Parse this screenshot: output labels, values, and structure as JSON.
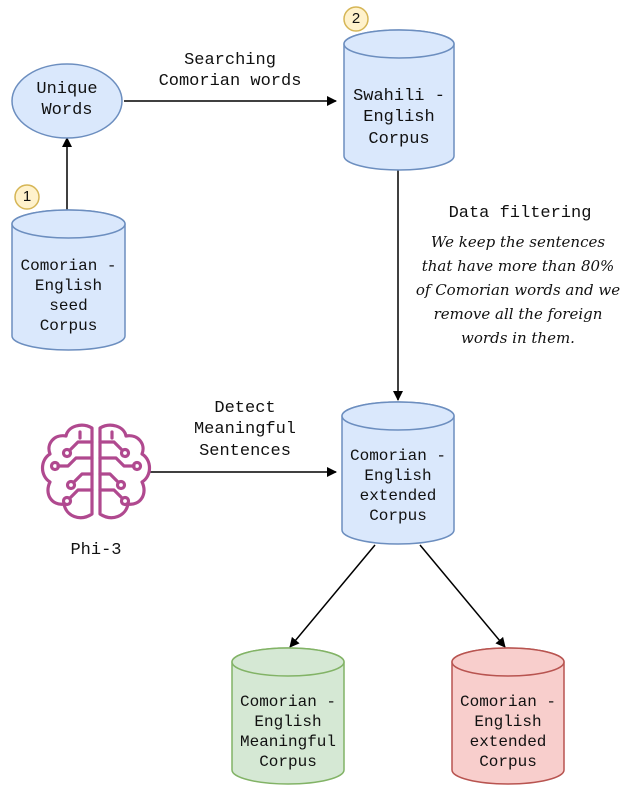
{
  "nodes": {
    "unique_words": "Unique\nWords",
    "swahili_corpus": "Swahili -\nEnglish\nCorpus",
    "seed_corpus": "Comorian -\nEnglish\nseed\nCorpus",
    "extended_corpus": "Comorian -\nEnglish\nextended\nCorpus",
    "meaningful_corpus": "Comorian -\nEnglish\nMeaningful\nCorpus",
    "extended_corpus_out": "Comorian -\nEnglish\nextended\nCorpus",
    "model": "Phi-3"
  },
  "edges": {
    "searching": "Searching\nComorian words",
    "filtering_title": "Data filtering",
    "filtering_note": "We keep the sentences\nthat have more than 80%\nof Comorian words and we\nremove all the foreign\nwords in them.",
    "detect": "Detect\nMeaningful\nSentences"
  },
  "steps": {
    "one": "1",
    "two": "2"
  },
  "colors": {
    "blue_fill": "#dae8fc",
    "blue_stroke": "#6c8ebf",
    "green_fill": "#d5e8d4",
    "green_stroke": "#82b366",
    "red_fill": "#f8cecc",
    "red_stroke": "#b85450",
    "badge_fill": "#fff2cc",
    "badge_stroke": "#d6b656",
    "brain": "#b0498f",
    "edge": "#000000"
  },
  "icons": {
    "model": "brain-circuit-icon"
  }
}
